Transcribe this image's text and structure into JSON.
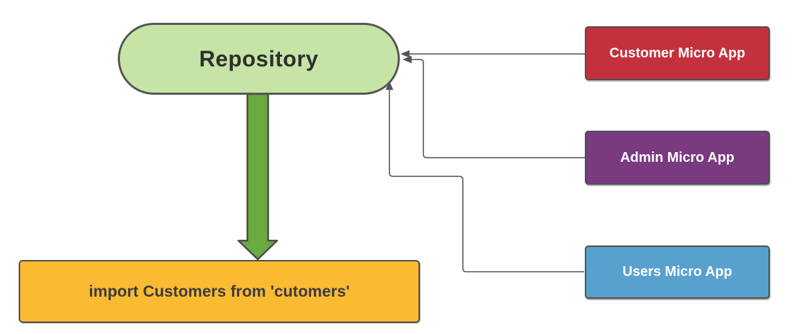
{
  "diagram": {
    "repository": {
      "label": "Repository"
    },
    "import_box": {
      "label": "import Customers from 'cutomers'"
    },
    "apps": [
      {
        "id": "customer",
        "label": "Customer Micro App",
        "color": "#c4303c"
      },
      {
        "id": "admin",
        "label": "Admin Micro App",
        "color": "#793a80"
      },
      {
        "id": "users",
        "label": "Users Micro App",
        "color": "#58a1ce"
      }
    ],
    "colors": {
      "repository_fill": "#c5e4a6",
      "repository_border": "#555555",
      "import_fill": "#fabb33",
      "arrow_green_fill": "#69aa41",
      "arrow_green_outline": "#4b4b4b",
      "connector_line": "#666666",
      "connector_arrowhead": "#555555",
      "label_light": "#ffffff",
      "label_dark": "#2f2f2f"
    }
  }
}
